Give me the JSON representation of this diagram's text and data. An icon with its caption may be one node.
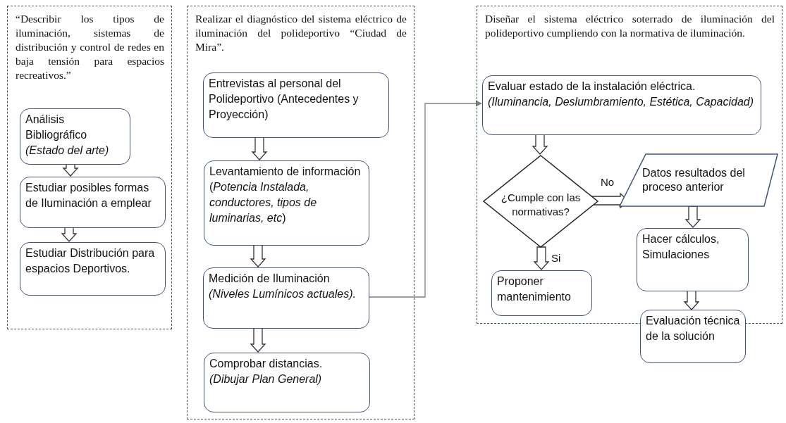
{
  "diagram": {
    "nodes": [
      {
        "text": [
          "“Describir los tipos de iluminación, sistemas de distribución y control de redes en baja tensión para espacios recreativos.”"
        ]
      },
      {
        "text": [
          "Análisis Bibliográfico *(Estado del arte)*"
        ],
        "in": 0
      },
      {
        "text": [
          "Estudiar posibles formas de Iluminación a emplear"
        ],
        "in": 0
      },
      {
        "text": [
          "Estudiar Distribución para espacios Deportivos."
        ],
        "in": 0
      },
      {
        "text": [
          "Realizar el diagnóstico del sistema eléctrico de iluminación del polideportivo “Ciudad de Mira”."
        ]
      },
      {
        "text": [
          "Entrevistas al personal del Polideportivo (Antecedentes y Proyección)"
        ],
        "in": 4
      },
      {
        "text": [
          "Levantamiento de información (*Potencia Instalada, conductores, tipos de luminarias, etc*)"
        ],
        "in": 4
      },
      {
        "text": [
          "Medición de Iluminación *(Niveles Lumínicos actuales).*"
        ],
        "in": 4
      },
      {
        "text": [
          "Comprobar distancias. *(Dibujar Plan General)*"
        ],
        "in": 4
      },
      {
        "text": [
          "Diseñar el sistema eléctrico soterrado de iluminación del polideportivo cumpliendo con la normativa de iluminación."
        ]
      },
      {
        "text": [
          "Evaluar estado de la instalación eléctrica. *(Iluminancia, Deslumbramiento, Estética, Capacidad)*"
        ],
        "in": 9
      },
      {
        "text": [
          "¿Cumple con las normativas?"
        ],
        "in": 9
      },
      {
        "text": [
          "Datos resultados del proceso anterior"
        ],
        "in": 9
      },
      {
        "text": [
          "Proponer mantenimiento"
        ],
        "in": 9
      },
      {
        "text": [
          "Hacer cálculos, Simulaciones"
        ],
        "in": 9
      },
      {
        "text": [
          "Evaluación técnica de la solución"
        ]
      }
    ],
    "edges": [
      {
        "from": 1,
        "to": 2,
        "arrow": "to"
      },
      {
        "from": 2,
        "to": 3,
        "arrow": "to"
      },
      {
        "from": 5,
        "to": 6,
        "arrow": "to"
      },
      {
        "from": 6,
        "to": 7,
        "arrow": "to"
      },
      {
        "from": 7,
        "to": 8,
        "arrow": "to"
      },
      {
        "from": 7,
        "to": 10,
        "arrow": "to",
        "color": "#808080"
      },
      {
        "from": 10,
        "to": 11,
        "arrow": "to"
      },
      {
        "from": 11,
        "to": 12,
        "arrow": "to",
        "label": "No"
      },
      {
        "from": 11,
        "to": 13,
        "arrow": "to",
        "label": "Si"
      },
      {
        "from": 12,
        "to": 14,
        "arrow": "to"
      },
      {
        "from": 14,
        "to": 15,
        "arrow": "to"
      }
    ]
  }
}
